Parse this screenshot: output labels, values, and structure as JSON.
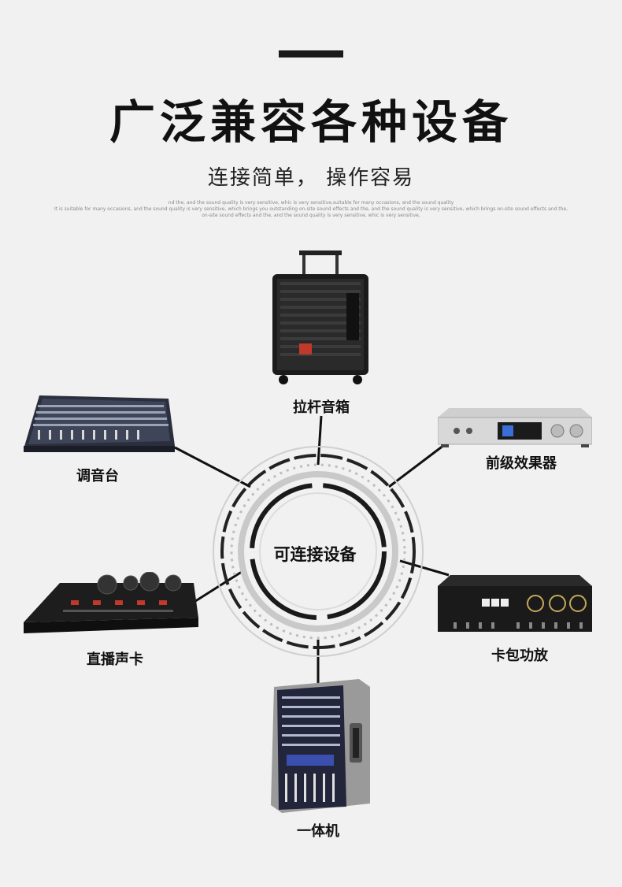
{
  "title": "广泛兼容各种设备",
  "subtitle": "连接简单，  操作容易",
  "fine_print": [
    "nd the, and the sound quality is very sensitive, whic is very sensitive,suitable for many occasions, and the sound quality",
    "It is suitable for many occasions, and the sound quality is very sensitive, which brings you outstanding on-site sound effects and the, and the sound quality is very sensitive, which brings on-site sound effects and the,",
    "on-site sound effects and the, and the sound quality is very sensitive, whic is very sensitive,"
  ],
  "center": {
    "label": "可连接设备"
  },
  "devices": {
    "trolley_speaker": {
      "label": "拉杆音箱",
      "icon": "trolley-speaker-icon"
    },
    "mixer": {
      "label": "调音台",
      "icon": "mixing-console-icon"
    },
    "preamp": {
      "label": "前级效果器",
      "icon": "preamp-effects-icon"
    },
    "live_soundcard": {
      "label": "直播声卡",
      "icon": "live-soundcard-icon"
    },
    "amplifier": {
      "label": "卡包功放",
      "icon": "karaoke-amplifier-icon"
    },
    "all_in_one": {
      "label": "一体机",
      "icon": "all-in-one-mixer-icon"
    }
  },
  "colors": {
    "background": "#f1f1f1",
    "ink": "#111111",
    "ring": "#222222",
    "ring_light": "#d0d0d0"
  }
}
